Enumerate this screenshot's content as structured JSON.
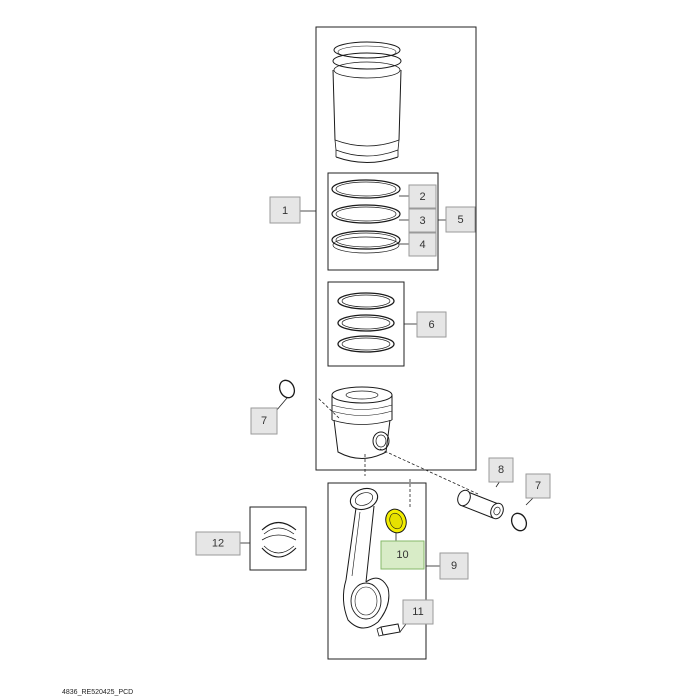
{
  "diagram": {
    "callouts": {
      "c1": "1",
      "c2": "2",
      "c3": "3",
      "c4": "4",
      "c5": "5",
      "c6": "6",
      "c7a": "7",
      "c7b": "7",
      "c8": "8",
      "c9": "9",
      "c10": "10",
      "c11": "11",
      "c12": "12"
    },
    "footer_code": "4836_RE520425_PCD",
    "colors": {
      "callout_fill": "#e6e6e6",
      "callout_border": "#9a9a9a",
      "highlight_fill": "#d8ecc7",
      "highlight_border": "#86b86a",
      "selected_part": "#f3ee00"
    },
    "parts": [
      "cylinder-liner",
      "top-compression-ring",
      "second-compression-ring",
      "oil-control-ring",
      "piston-ring-set",
      "packing-rings",
      "piston-pin-retainer",
      "piston",
      "piston-pin",
      "connecting-rod",
      "piston-pin-bushing",
      "connecting-rod-bolt",
      "connecting-rod-bearing"
    ]
  }
}
